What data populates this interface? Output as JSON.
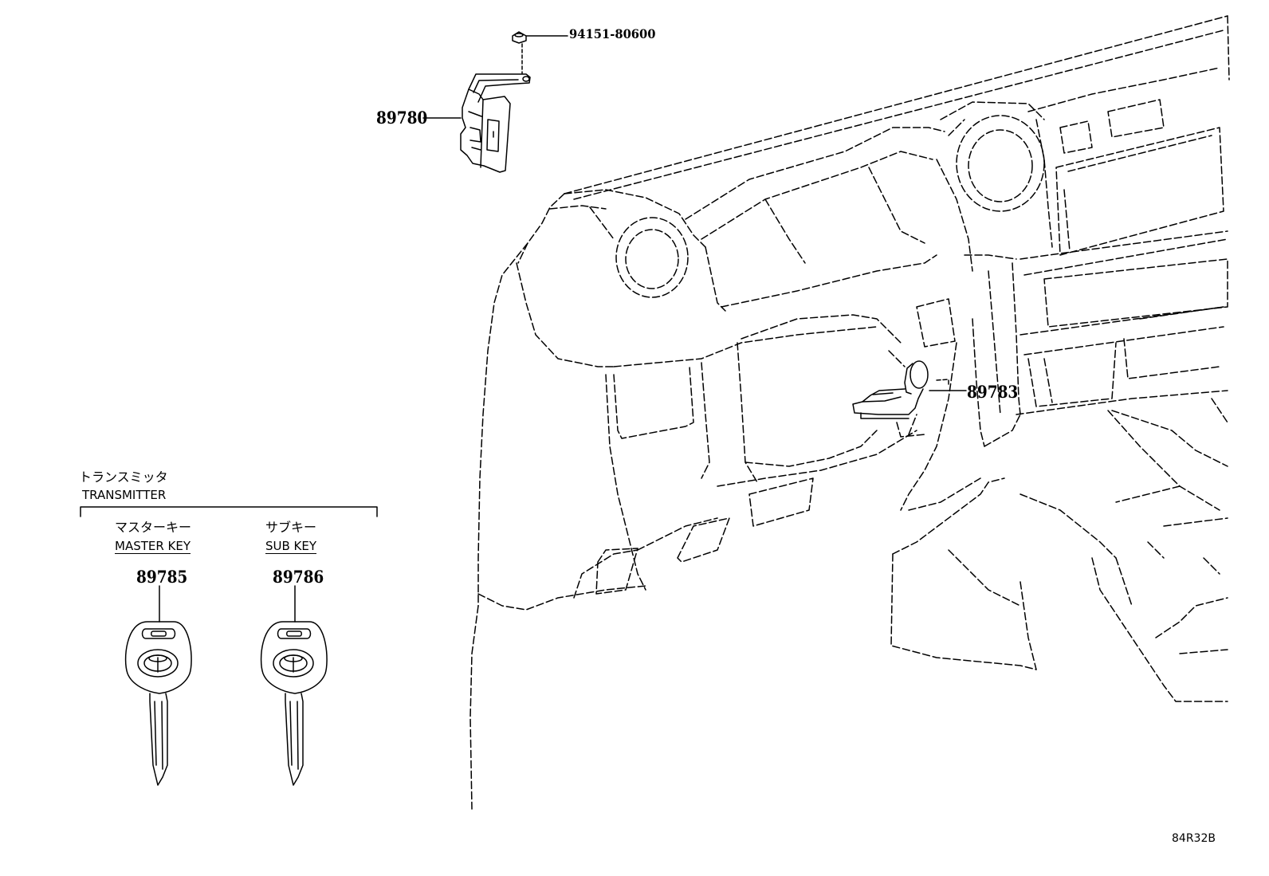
{
  "parts": {
    "nut": "94151-80600",
    "module": "89780",
    "sensor": "89783",
    "master_key": "89785",
    "sub_key": "89786"
  },
  "transmitter": {
    "title_jp": "トランスミッタ",
    "title_en": "TRANSMITTER"
  },
  "master": {
    "jp": "マスターキー",
    "en": "MASTER KEY"
  },
  "sub": {
    "jp": "サブキー",
    "en": "SUB KEY"
  },
  "illustration_code": "84R32B"
}
